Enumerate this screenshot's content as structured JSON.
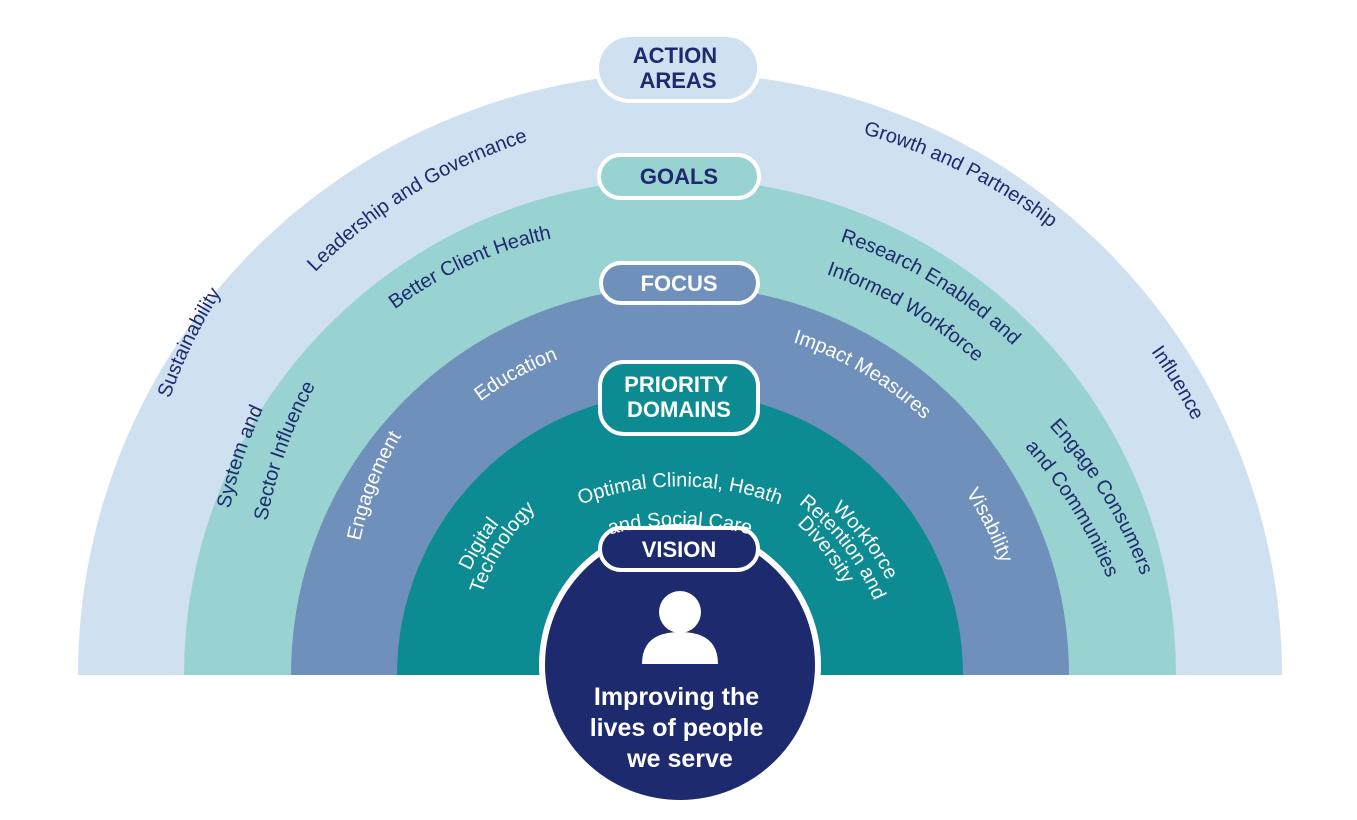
{
  "colors": {
    "action_areas_band": "#cfe0f1",
    "goals_band": "#99d3d1",
    "focus_band": "#7090bc",
    "priority_band": "#0d8b92",
    "vision_circle": "#1e2a6e",
    "dark_text": "#1e2a6e",
    "pill_white": "#ffffff"
  },
  "layers": {
    "action_areas": {
      "title": [
        "ACTION",
        "AREAS"
      ],
      "labels": [
        "Sustainability",
        "Leadership and Governance",
        "Growth and Partnership",
        "Influence"
      ]
    },
    "goals": {
      "title": "GOALS",
      "labels": [
        "System and",
        "Sector Influence",
        "Better Client Health",
        "Research Enabled and",
        "Informed Workforce",
        "Engage Consumers",
        "and Communities"
      ]
    },
    "focus": {
      "title": "FOCUS",
      "labels": [
        "Engagement",
        "Education",
        "Impact Measures",
        "Visability"
      ]
    },
    "priority_domains": {
      "title": [
        "PRIORITY",
        "DOMAINS"
      ],
      "labels": [
        "Digital",
        "Technology",
        "Optimal Clinical, Heath",
        "and Social Care",
        "Workforce",
        "Retention and",
        "Diversity"
      ]
    },
    "vision": {
      "title": "VISION",
      "icon": "person-icon",
      "statement": [
        "Improving the",
        "lives of people",
        "we serve"
      ]
    }
  }
}
